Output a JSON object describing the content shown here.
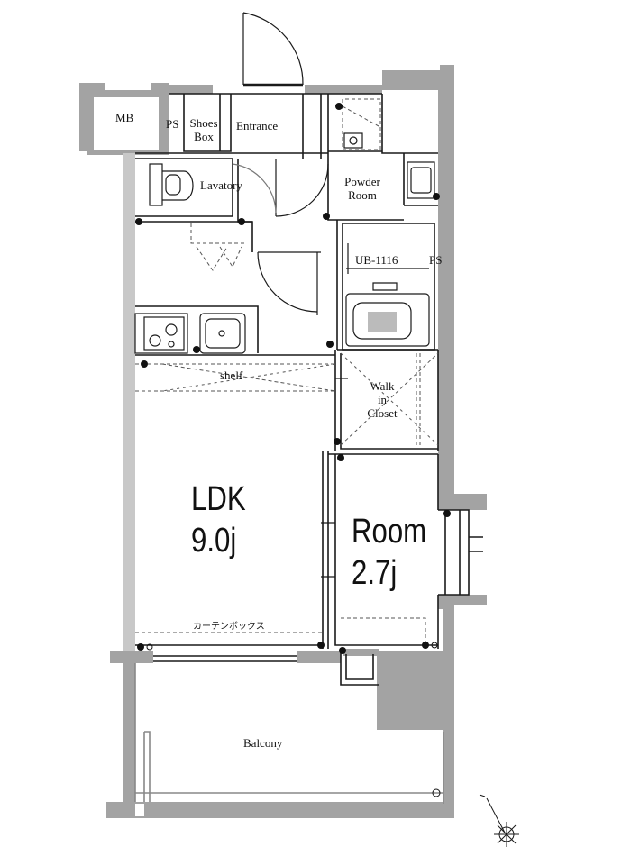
{
  "rooms": {
    "mb": "MB",
    "ps_top": "PS",
    "shoes_box_line1": "Shoes",
    "shoes_box_line2": "Box",
    "entrance": "Entrance",
    "lavatory": "Lavatory",
    "powder_room_line1": "Powder",
    "powder_room_line2": "Room",
    "unit_bath": "UB-1116",
    "ps_right": "PS",
    "shelf": "shelf",
    "walk_in_closet_line1": "Walk",
    "walk_in_closet_line2": "in",
    "walk_in_closet_line3": "Closet",
    "ldk_name": "LDK",
    "ldk_size": "9.0j",
    "room_name": "Room",
    "room_size": "2.7j",
    "curtain_box": "カーテンボックス",
    "balcony": "Balcony"
  },
  "colors": {
    "wall_fill": "#a3a3a3",
    "line": "#1a1a1a",
    "dash": "#555555"
  },
  "icons": [
    "north-arrow-icon",
    "toilet-icon",
    "stove-icon",
    "sink-icon",
    "washbasin-icon",
    "bathtub-icon"
  ]
}
